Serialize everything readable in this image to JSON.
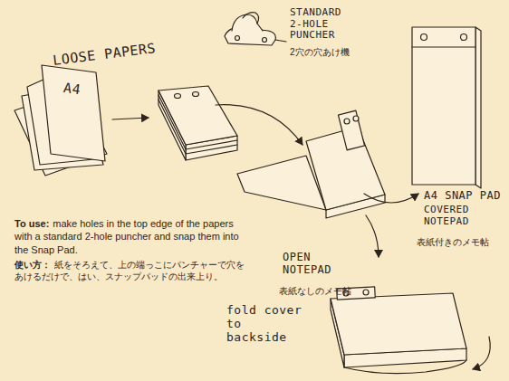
{
  "diagram": {
    "labels": [
      "LOOSE PAPERS",
      "A4",
      "STANDARD 2-HOLE PUNCHER",
      "2穴の穴あけ機",
      "A4 SNAP PAD",
      "COVERED NOTEPAD",
      "表紙付きのメモ帖",
      "OPEN NOTEPAD",
      "表紙なしのメモ帖",
      "fold cover to backside",
      "To use:",
      "make holes in the top edge of the papers with a standard 2-hole puncher and snap them into the Snap Pad.",
      "使い方：",
      "紙をそろえて、上の端っこにパンチャーで穴をあけるだけで、はい、スナップパッドの出来上り。"
    ]
  }
}
